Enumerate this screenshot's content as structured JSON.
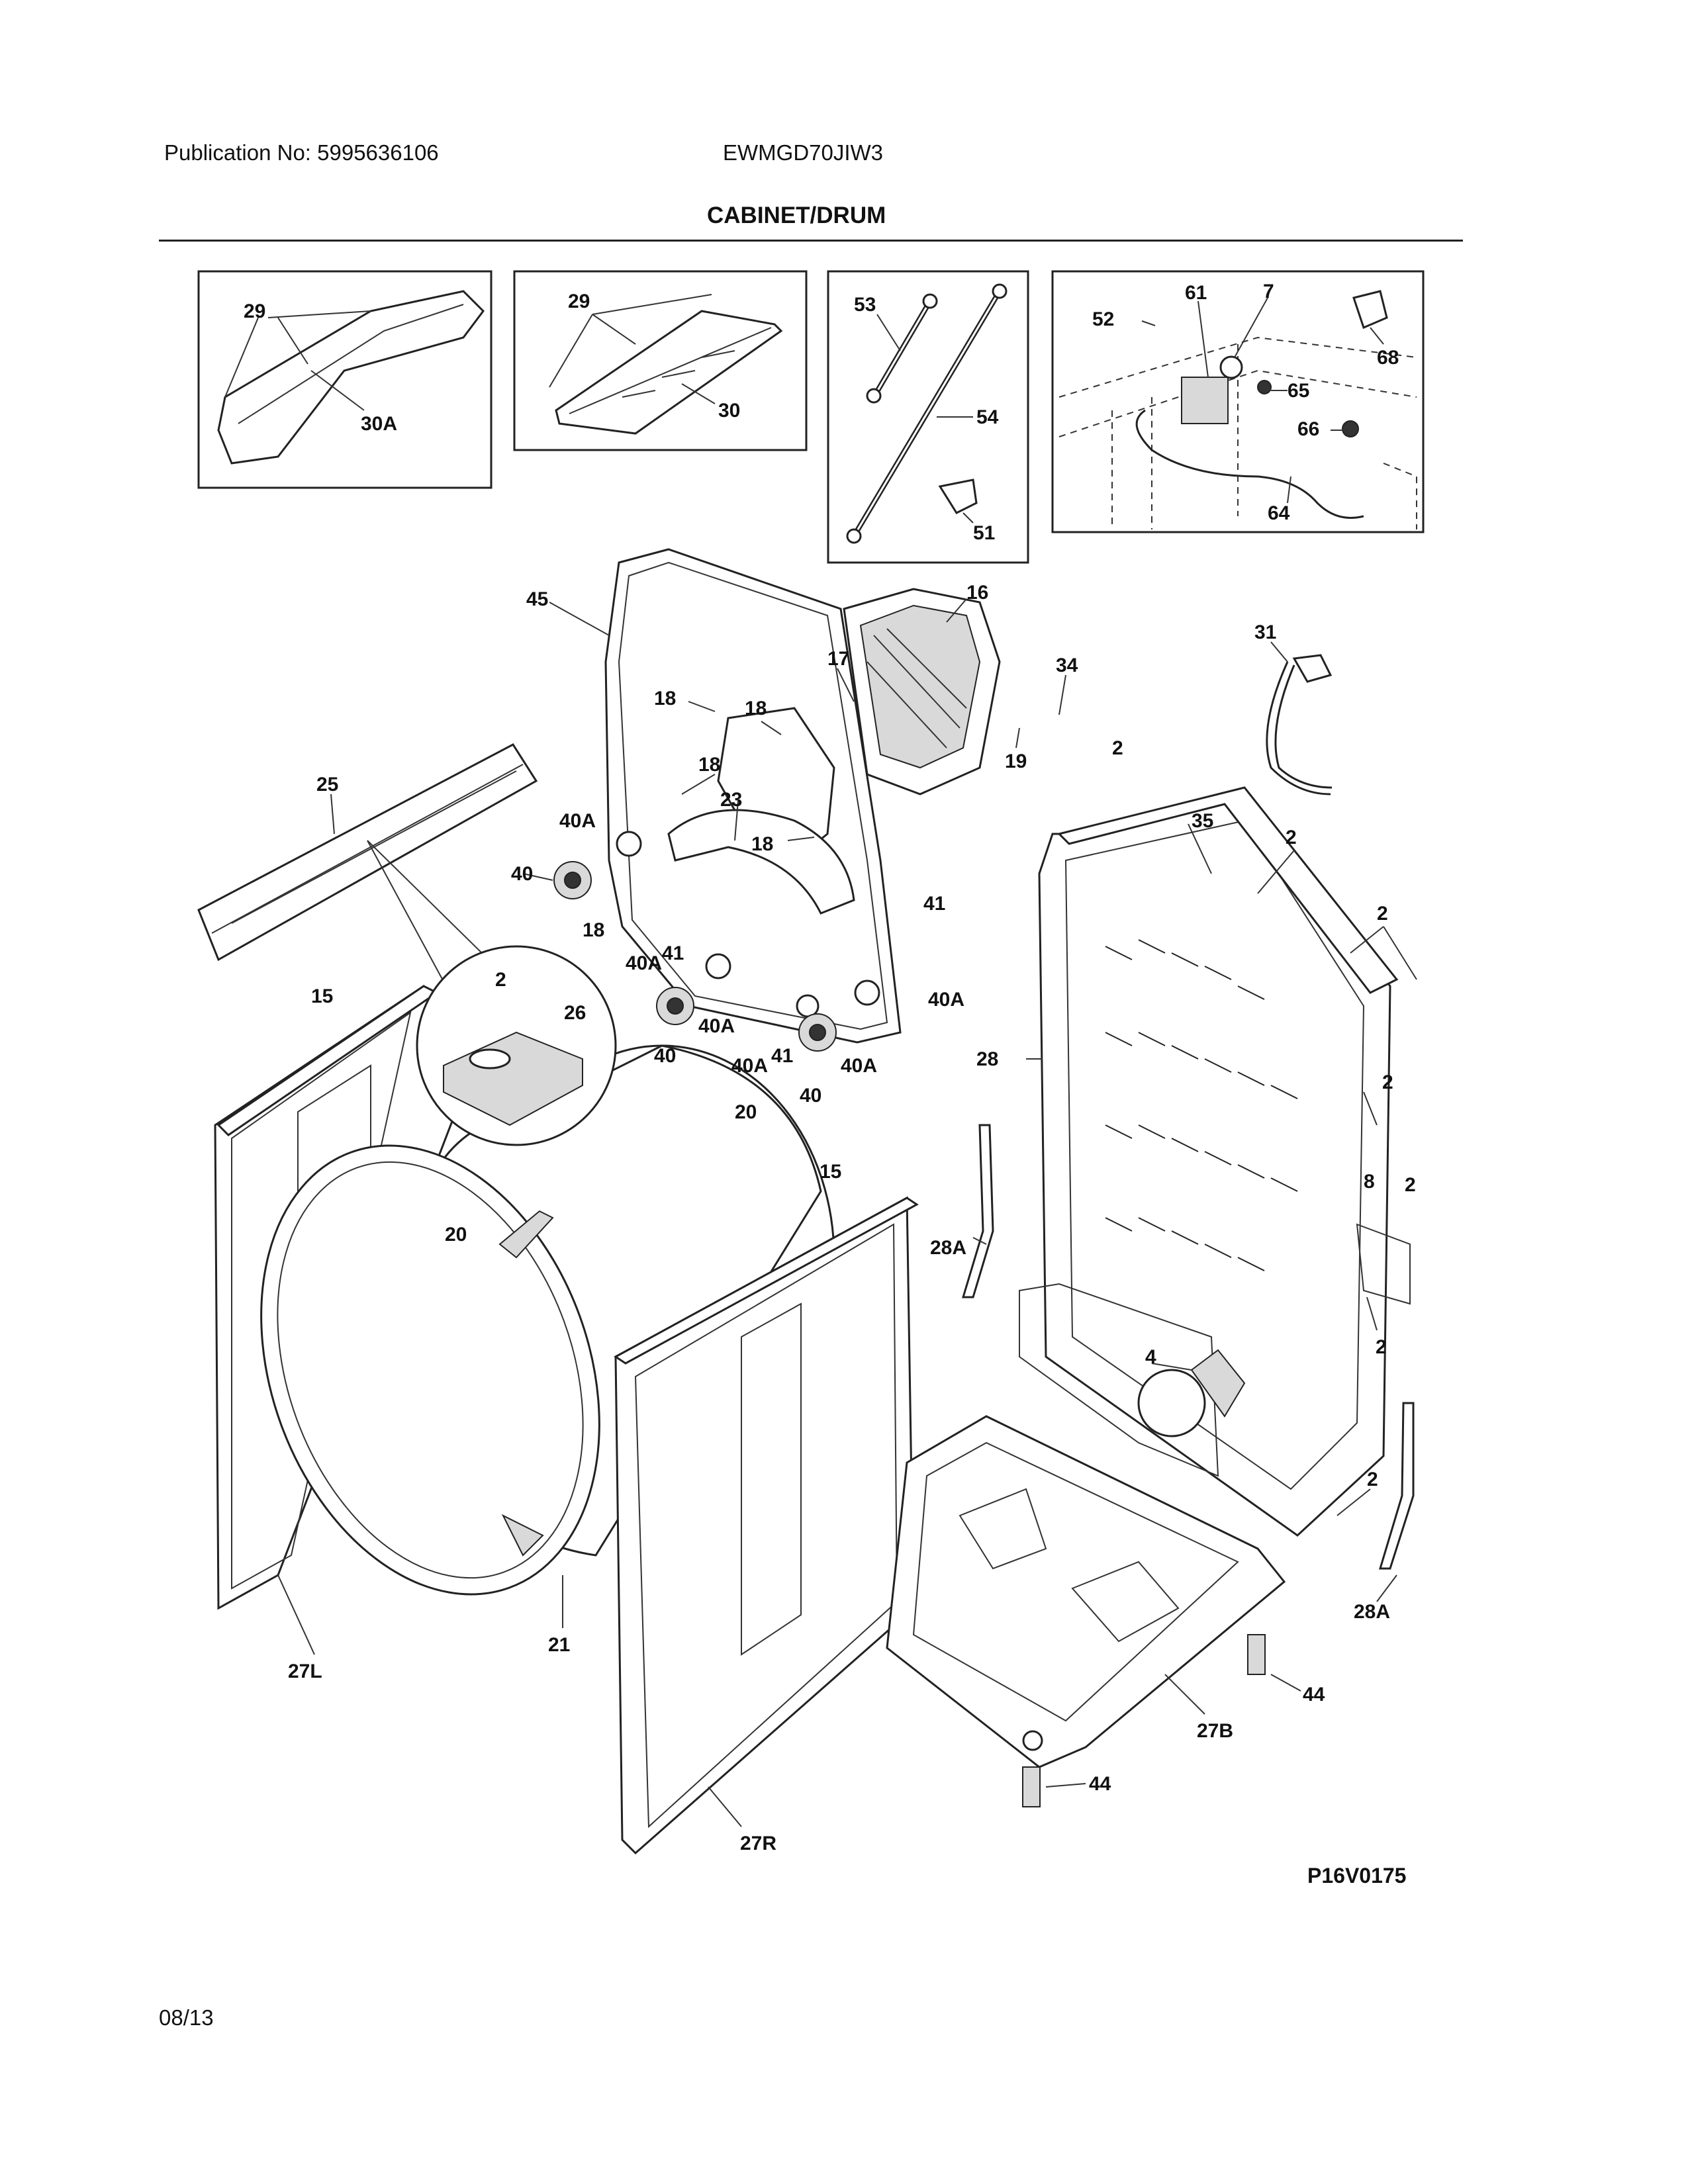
{
  "header": {
    "publication": "Publication No: 5995636106",
    "model": "EWMGD70JIW3"
  },
  "page_title": "CABINET/DRUM",
  "diagram_code": "P16V0175",
  "footer_date": "08/13",
  "callouts": {
    "c_29a": "29",
    "c_30A": "30A",
    "c_29b": "29",
    "c_30": "30",
    "c_53": "53",
    "c_54": "54",
    "c_51": "51",
    "c_52": "52",
    "c_61": "61",
    "c_7": "7",
    "c_65": "65",
    "c_68": "68",
    "c_66": "66",
    "c_64": "64",
    "c_45": "45",
    "c_16": "16",
    "c_17": "17",
    "c_34": "34",
    "c_19": "19",
    "c_31": "31",
    "c_18a": "18",
    "c_18b": "18",
    "c_18c": "18",
    "c_18d": "18",
    "c_18e": "18",
    "c_23": "23",
    "c_25": "25",
    "c_40Aa": "40A",
    "c_40a": "40",
    "c_40Ab": "40A",
    "c_41a": "41",
    "c_41b": "41",
    "c_40Ac": "40A",
    "c_40Ad": "40A",
    "c_40b": "40",
    "c_40Ae": "40A",
    "c_41c": "41",
    "c_40Af": "40A",
    "c_40c": "40",
    "c_2a": "2",
    "c_35": "35",
    "c_2b": "2",
    "c_2c": "2",
    "c_15a": "15",
    "c_2d": "2",
    "c_26": "26",
    "c_28": "28",
    "c_20a": "20",
    "c_15b": "15",
    "c_20b": "20",
    "c_2e": "2",
    "c_8": "8",
    "c_2f": "2",
    "c_28Aa": "28A",
    "c_2g": "2",
    "c_4": "4",
    "c_2h": "2",
    "c_28Ab": "28A",
    "c_27L": "27L",
    "c_21": "21",
    "c_44a": "44",
    "c_27B": "27B",
    "c_44b": "44",
    "c_27R": "27R"
  }
}
